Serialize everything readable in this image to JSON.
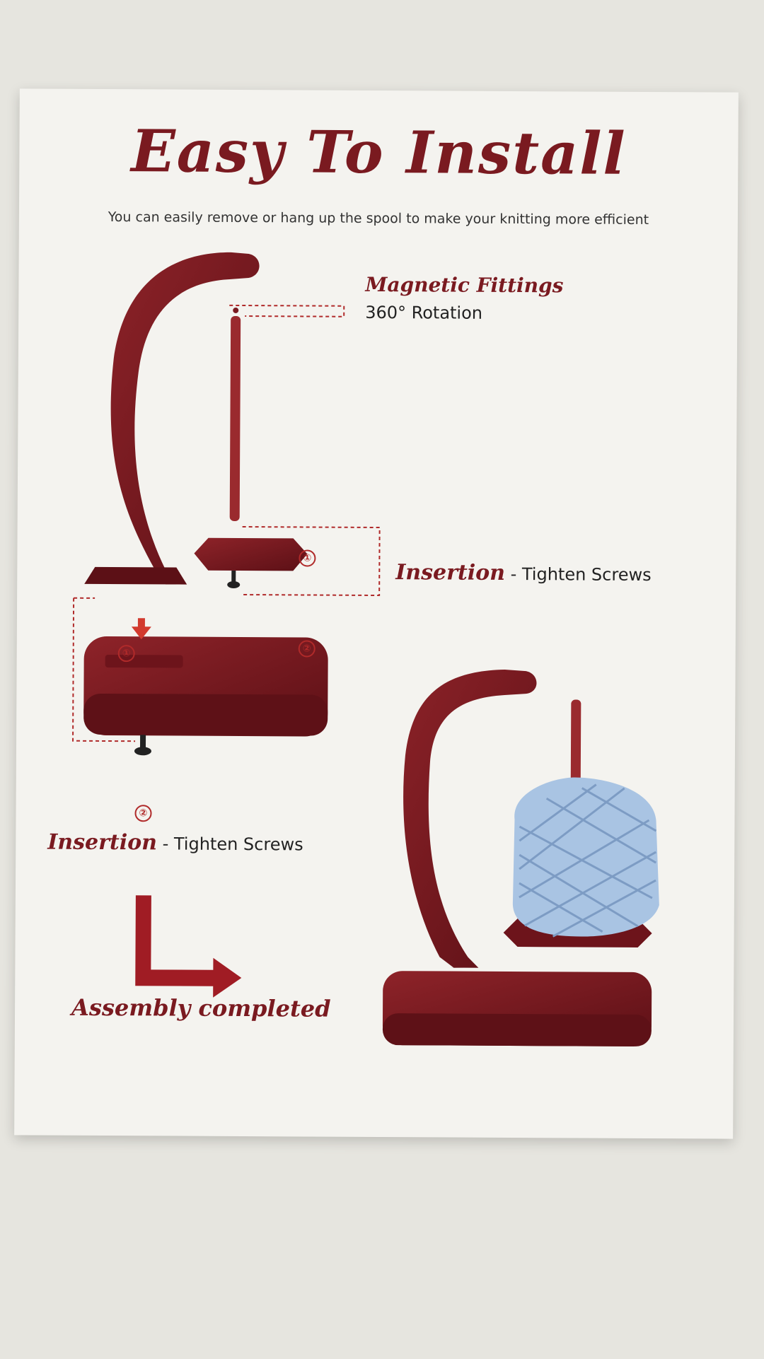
{
  "header": {
    "title": "Easy To Install",
    "subtitle": "You can easily remove or hang up the spool to make your knitting more efficient"
  },
  "callouts": {
    "magnetic": {
      "title": "Magnetic Fittings",
      "subtitle": "360° Rotation"
    },
    "insertion_right": {
      "emphasis": "Insertion",
      "rest": "- Tighten Screws"
    },
    "insertion_left": {
      "emphasis": "Insertion",
      "rest": "- Tighten Screws"
    },
    "completed": "Assembly completed"
  },
  "step_numbers": [
    "①",
    "②",
    "①",
    "②"
  ],
  "colors": {
    "wood": "#7a1a20",
    "accent": "#b02a2a",
    "yarn": "#a9c4e3",
    "paper": "#f4f3ef"
  }
}
